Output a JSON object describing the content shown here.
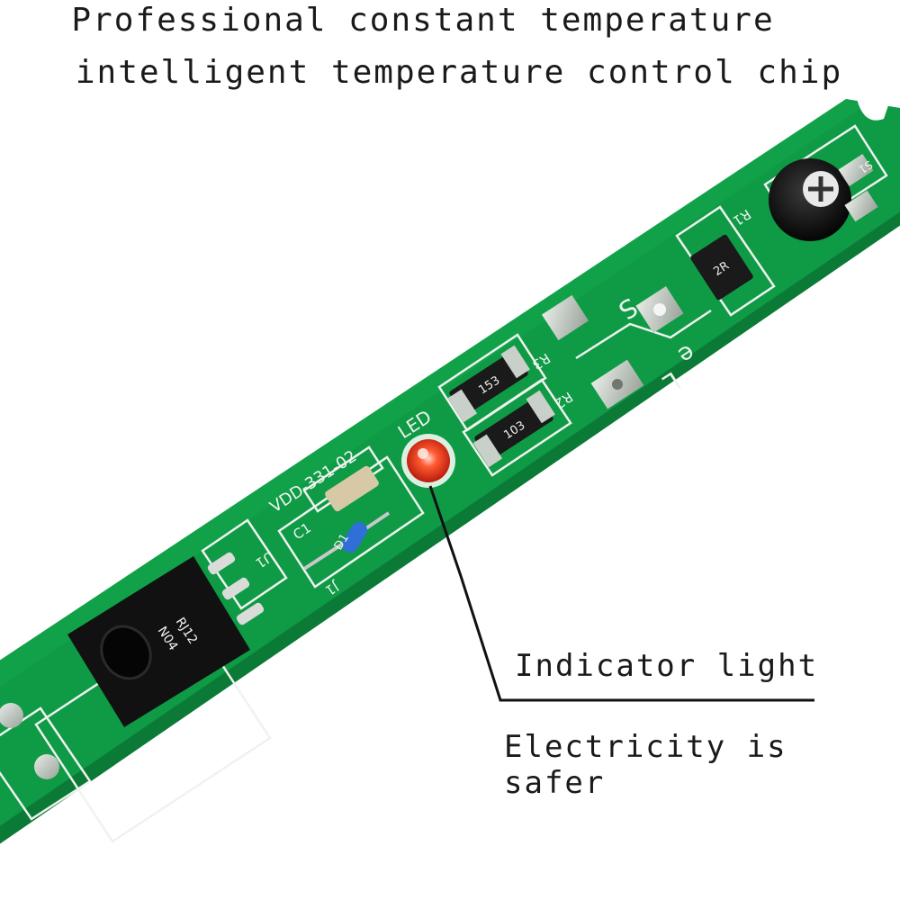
{
  "headline": {
    "line1": "Professional constant temperature",
    "line2": "intelligent temperature control chip"
  },
  "callouts": {
    "indicator": "Indicator light",
    "electricity_line1": "Electricity is",
    "electricity_line2": "safer"
  },
  "board_marks": {
    "led_label": "LED",
    "part_number": "VDD-331-02",
    "cap_label": "C1",
    "diode_label": "D1",
    "jumper_label": "J1",
    "transistor_label": "U1",
    "res1_label": "R3",
    "res1_code": "153",
    "res2_label": "R2",
    "res2_code": "103",
    "pot_res_label": "R1",
    "pot_res_code": "2R",
    "pot_label": "S1",
    "pad_mark_s": "S",
    "pad_mark_e": "e",
    "pad_mark_l": "L",
    "chip_text_1": "N04",
    "chip_text_2": "RJ12"
  },
  "colors": {
    "pcb_green": "#0f9a45",
    "pcb_green_dark": "#0a7a36",
    "silkscreen": "#eef3ee",
    "led_red": "#ff3b1f",
    "pad_silver": "#c9cfc9",
    "chip_black": "#111111",
    "text_dark": "#1a1a1a"
  }
}
